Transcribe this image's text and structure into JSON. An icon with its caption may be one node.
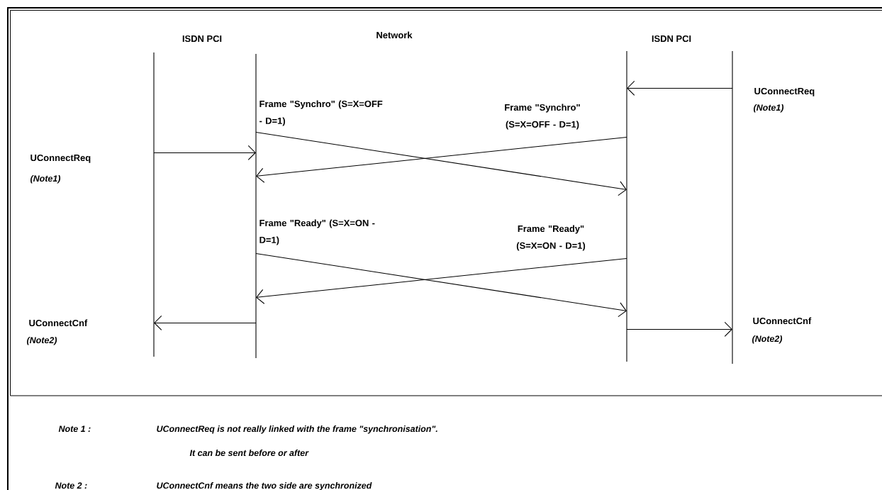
{
  "diagram": {
    "nodes": [
      {
        "text": [],
        "shape": "bar"
      },
      {
        "text": [],
        "shape": "bar"
      },
      {
        "text": [],
        "shape": "bar"
      },
      {
        "text": [],
        "shape": "bar"
      }
    ],
    "edges": [
      {
        "from": 3,
        "to": 2,
        "arrow": "to"
      },
      {
        "from": 1,
        "to": 2,
        "arrow": "to",
        "label": "Frame \"Synchro\" (S=X=OFF - D=1)"
      },
      {
        "from": 2,
        "to": 1,
        "arrow": "to",
        "label": "Frame \"Synchro\" (S=X=OFF - D=1)"
      },
      {
        "from": 0,
        "to": 1,
        "arrow": "to"
      },
      {
        "from": 1,
        "to": 2,
        "arrow": "to",
        "label": "Frame \"Ready\" (S=X=ON - D=1)"
      },
      {
        "from": 2,
        "to": 1,
        "arrow": "to",
        "label": "Frame \"Ready\" (S=X=ON - D=1)"
      },
      {
        "from": 1,
        "to": 0,
        "arrow": "to"
      },
      {
        "from": 2,
        "to": 3,
        "arrow": "to"
      }
    ],
    "labels": [
      "ISDN PCI",
      "Network",
      "ISDN PCI",
      "UConnectReq",
      "(Note1)",
      "UConnectReq",
      "(Note1)",
      "UConnectCnf",
      "(Note2)",
      "UConnectCnf",
      "(Note2)",
      "Note 1 :",
      "UConnectReq is not really linked with the frame \"synchronisation\".",
      "It can be sent before or after",
      "Note 2 :",
      "UConnectCnf means the two side are synchronized"
    ]
  }
}
